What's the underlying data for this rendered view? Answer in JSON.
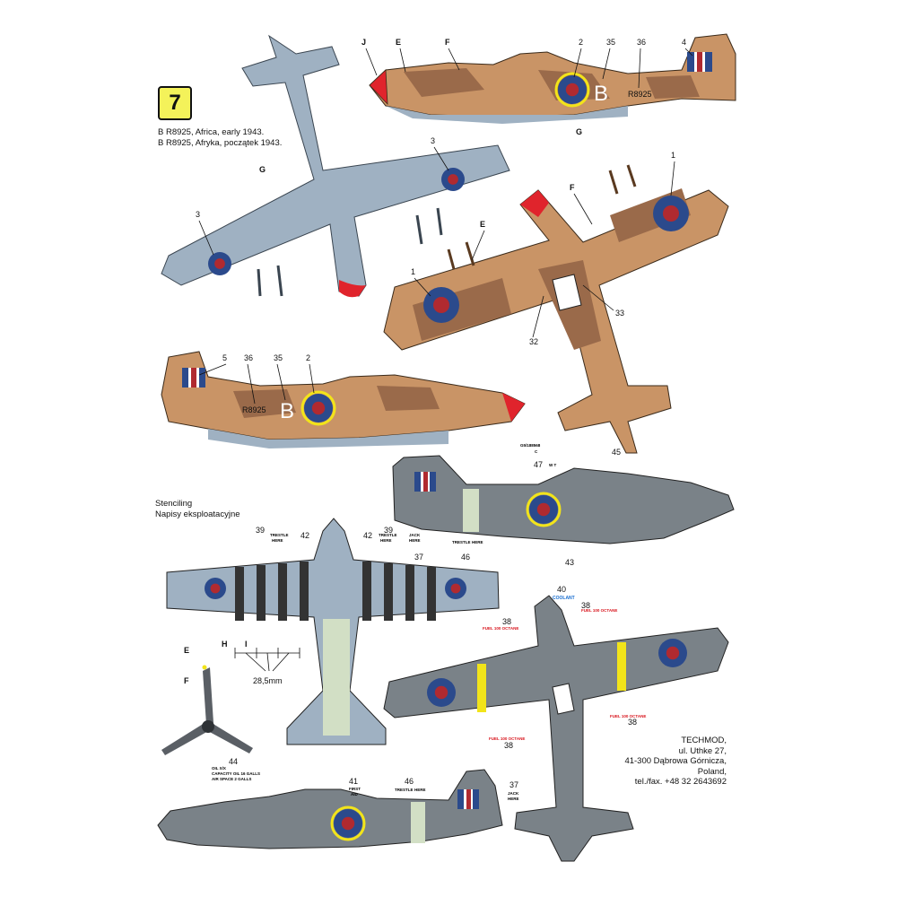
{
  "profile_number": "7",
  "caption": {
    "en": "B R8925, Africa, early 1943.",
    "pl": "B R8925, Afryka, początek 1943."
  },
  "stencil_heading": {
    "en": "Stenciling",
    "pl": "Napisy eksploatacyjne"
  },
  "dimension_label": "28,5mm",
  "manufacturer": {
    "name": "TECHMOD,",
    "street": "ul. Uthke 27,",
    "city": "41-300 Dąbrowa Górnicza,",
    "country": "Poland,",
    "phone": "tel./fax. +48 32 2643692"
  },
  "aircraft": {
    "code_letter": "B",
    "serial": "R8925"
  },
  "callouts": {
    "J": "J",
    "E": "E",
    "F": "F",
    "G": "G",
    "H": "H",
    "I": "I",
    "n1": "1",
    "n2": "2",
    "n3": "3",
    "n4": "4",
    "n5": "5",
    "n32": "32",
    "n33": "33",
    "n35": "35",
    "n36": "36",
    "n37": "37",
    "n38": "38",
    "n39": "39",
    "n40": "40",
    "n41": "41",
    "n42": "42",
    "n43": "43",
    "n44": "44",
    "n45": "45",
    "n46": "46",
    "n47": "47"
  },
  "stencils": {
    "trestle_1": "TRESTLE",
    "trestle_2": "HERE",
    "jack_1": "JACK",
    "jack_2": "HERE",
    "fuel": "FUEL 100 OCTANE",
    "coolant": "COOLANT",
    "first_aid_1": "FIRST",
    "first_aid_2": "AID",
    "oil_1": "OIL X/X",
    "oil_2": "CAPACITY OIL 16 GALLS",
    "oil_3": "AIR SPACE 2 GALLS",
    "weight_code_1": "G5/188568",
    "weight_code_2": "C",
    "wt": "W T"
  },
  "colors": {
    "sky_grey": "#9fb1c2",
    "desert_sand": "#c99466",
    "desert_brown": "#9a6a4a",
    "ocean_grey": "#7a8288",
    "spinner_red": "#e0242c",
    "roundel_blue": "#2b4a8c",
    "roundel_red": "#b02a30",
    "identification_yellow": "#f2e41a",
    "sky_band": "#d2dfc5"
  }
}
